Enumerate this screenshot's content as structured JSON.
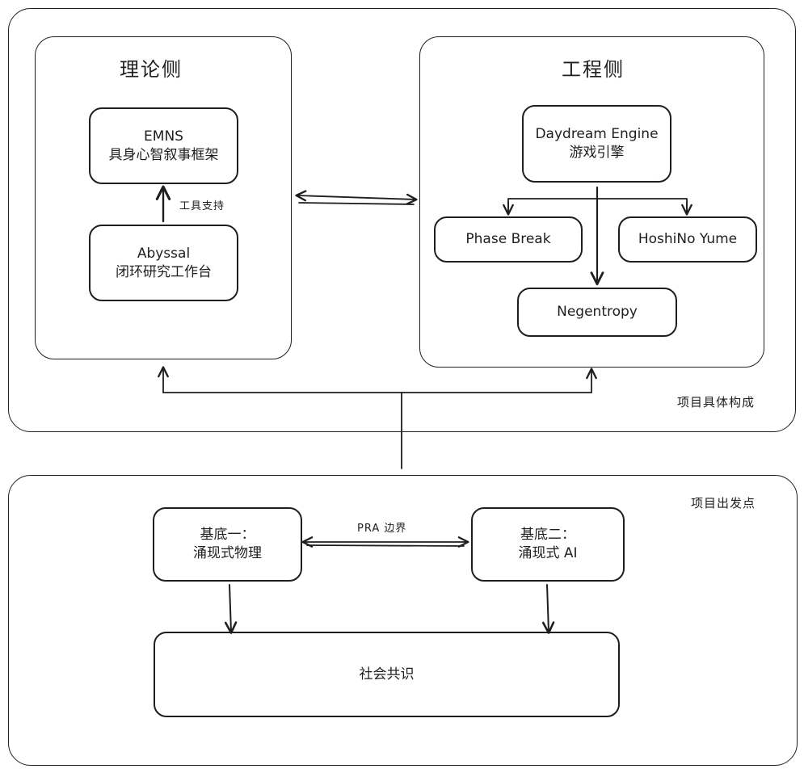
{
  "diagram": {
    "top_frame": {
      "label": "项目具体构成",
      "theory_panel": {
        "title": "理论侧",
        "emns": {
          "line1": "EMNS",
          "line2": "具身心智叙事框架"
        },
        "tool_support": "工具支持",
        "abyssal": {
          "line1": "Abyssal",
          "line2": "闭环研究工作台"
        }
      },
      "engineering_panel": {
        "title": "工程侧",
        "daydream": {
          "line1": "Daydream Engine",
          "line2": "游戏引擎"
        },
        "phase_break": "Phase Break",
        "hoshino_yume": "HoshiNo Yume",
        "negentropy": "Negentropy"
      }
    },
    "bottom_frame": {
      "label": "项目出发点",
      "base_one": {
        "line1": "基底一：",
        "line2": "涌现式物理"
      },
      "pra_boundary": "PRA 边界",
      "base_two": {
        "line1": "基底二：",
        "line2": "涌现式 AI"
      },
      "consensus": "社会共识"
    }
  }
}
